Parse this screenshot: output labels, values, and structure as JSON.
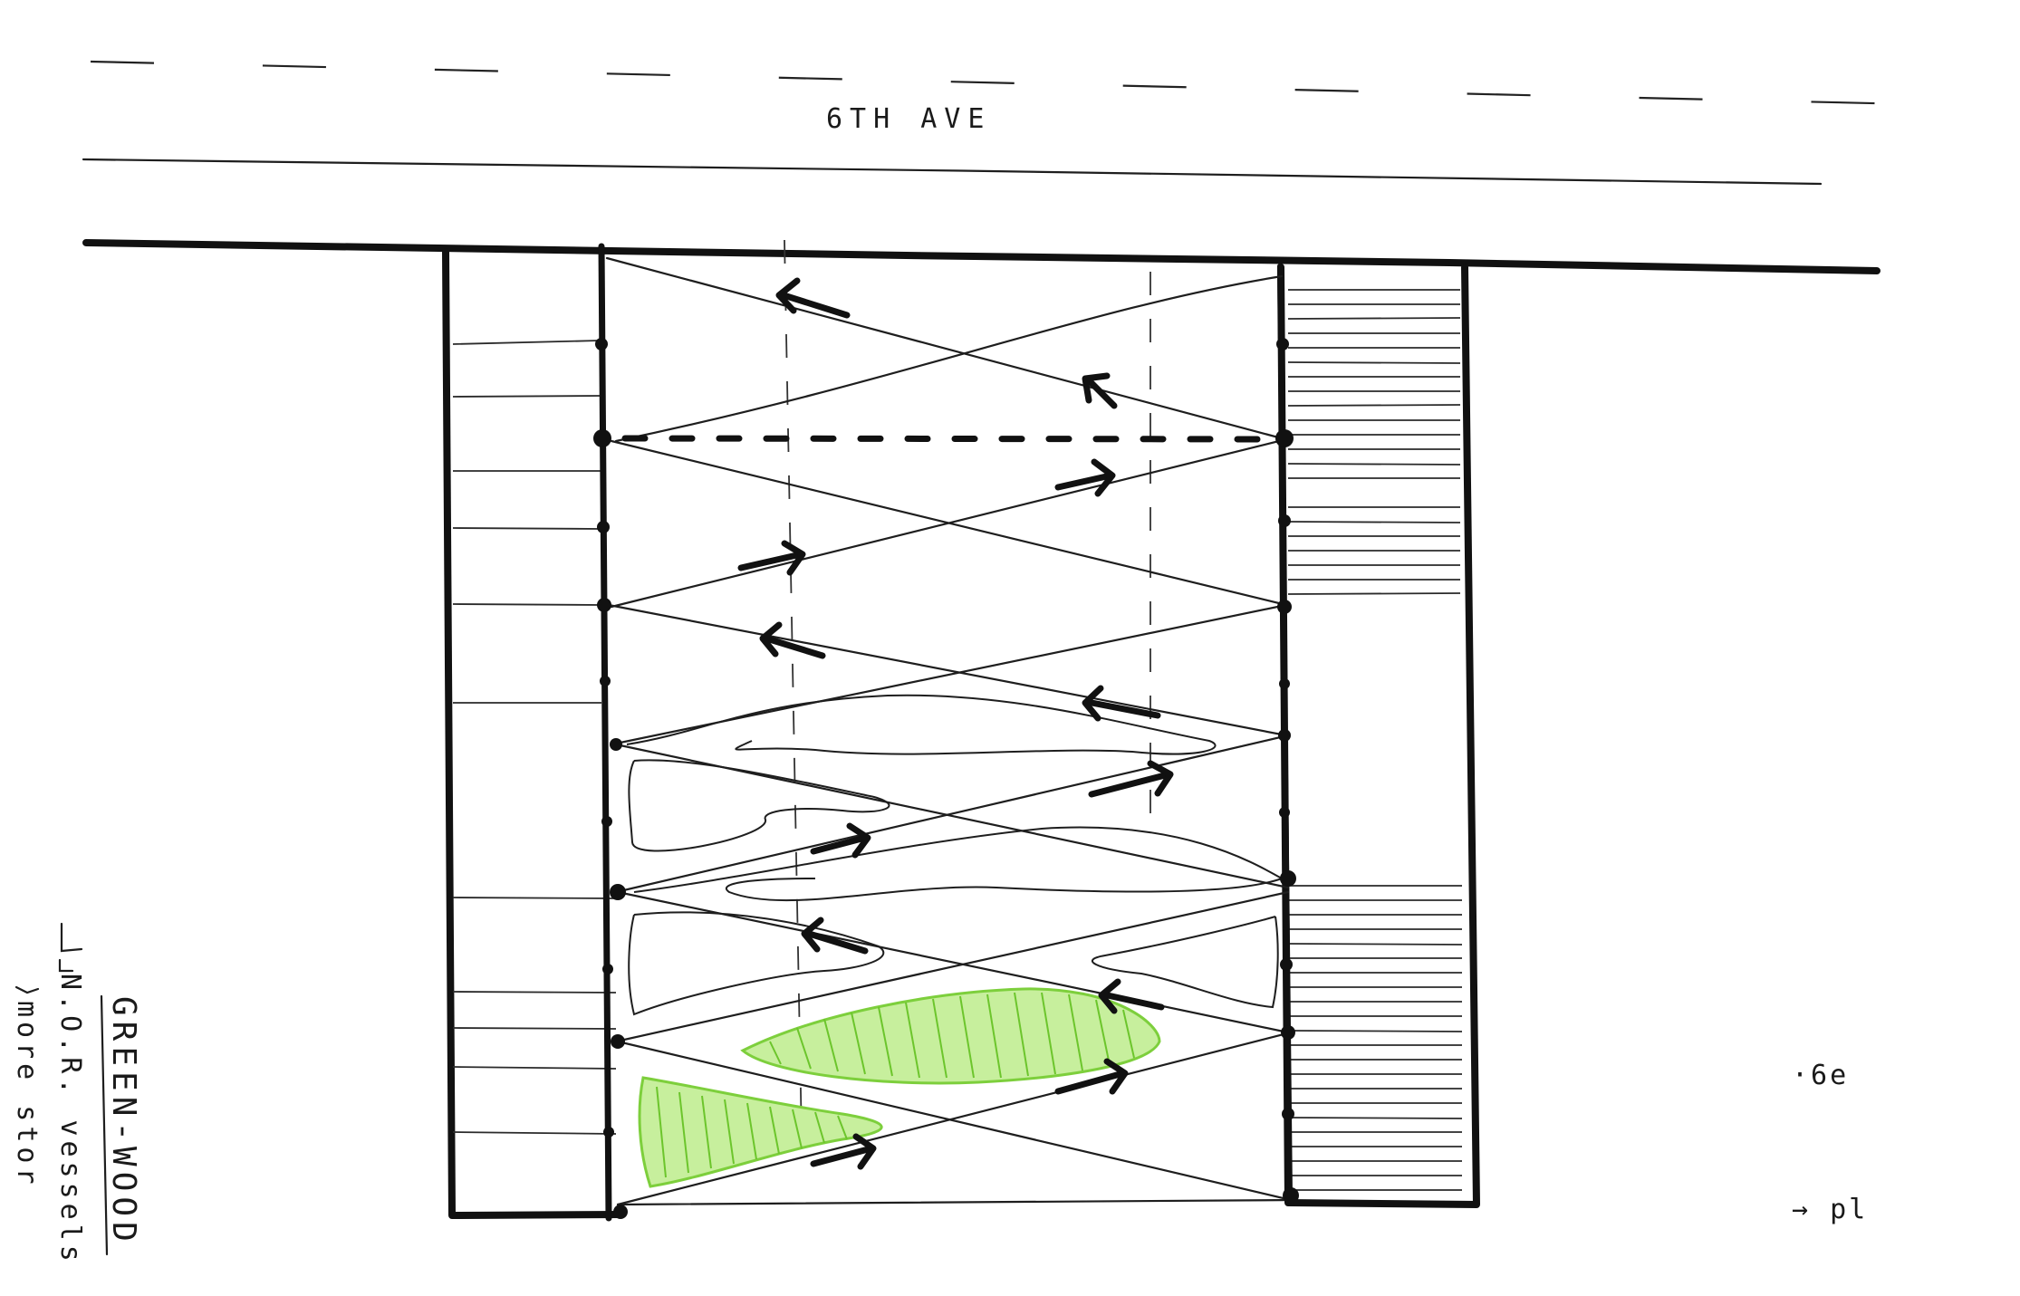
{
  "street": {
    "name": "6TH AVE"
  },
  "notes": {
    "title": "GREEN-WOOD",
    "line1": "N.O.R. vessels",
    "line2": "more stor"
  },
  "margin_marks": {
    "mark1": "·6e",
    "mark2": "→ pl"
  },
  "colors": {
    "ink": "#111111",
    "planting_fill": "#c7ef9d",
    "planting_stroke": "#7dcf3c",
    "paper": "#ffffff"
  }
}
